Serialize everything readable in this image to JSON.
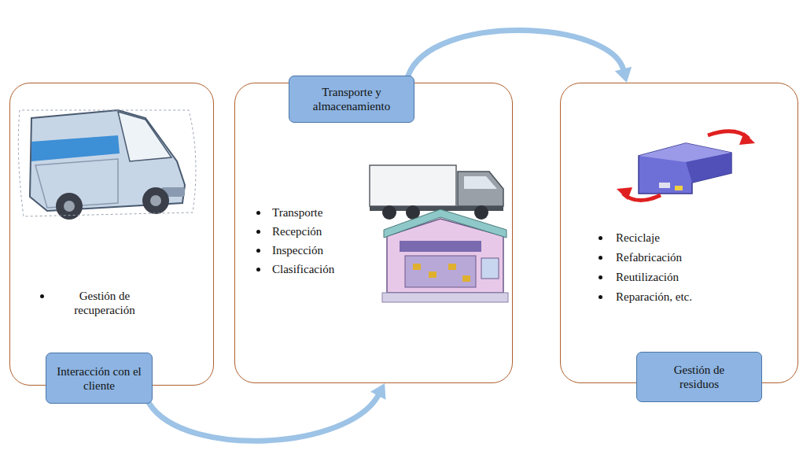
{
  "diagram": {
    "nodes": [
      {
        "text": [
          "Gestión de recuperación"
        ]
      },
      {
        "text": [
          "Interacción con el cliente"
        ],
        "in": 0
      },
      {
        "text": [
          "Transporte",
          "Recepción",
          "Inspección",
          "Clasificación"
        ]
      },
      {
        "text": [
          "Transporte y almacenamiento"
        ],
        "in": 2
      },
      {
        "text": [
          "Reciclaje",
          "Refabricación",
          "Reutilización",
          "Reparación, etc."
        ]
      },
      {
        "text": [
          "Gestión de residuos"
        ],
        "in": 4
      }
    ],
    "edges": [
      {
        "from": 1,
        "to": 2,
        "arrow": "to"
      },
      {
        "from": 3,
        "to": 4,
        "arrow": "to"
      }
    ]
  }
}
